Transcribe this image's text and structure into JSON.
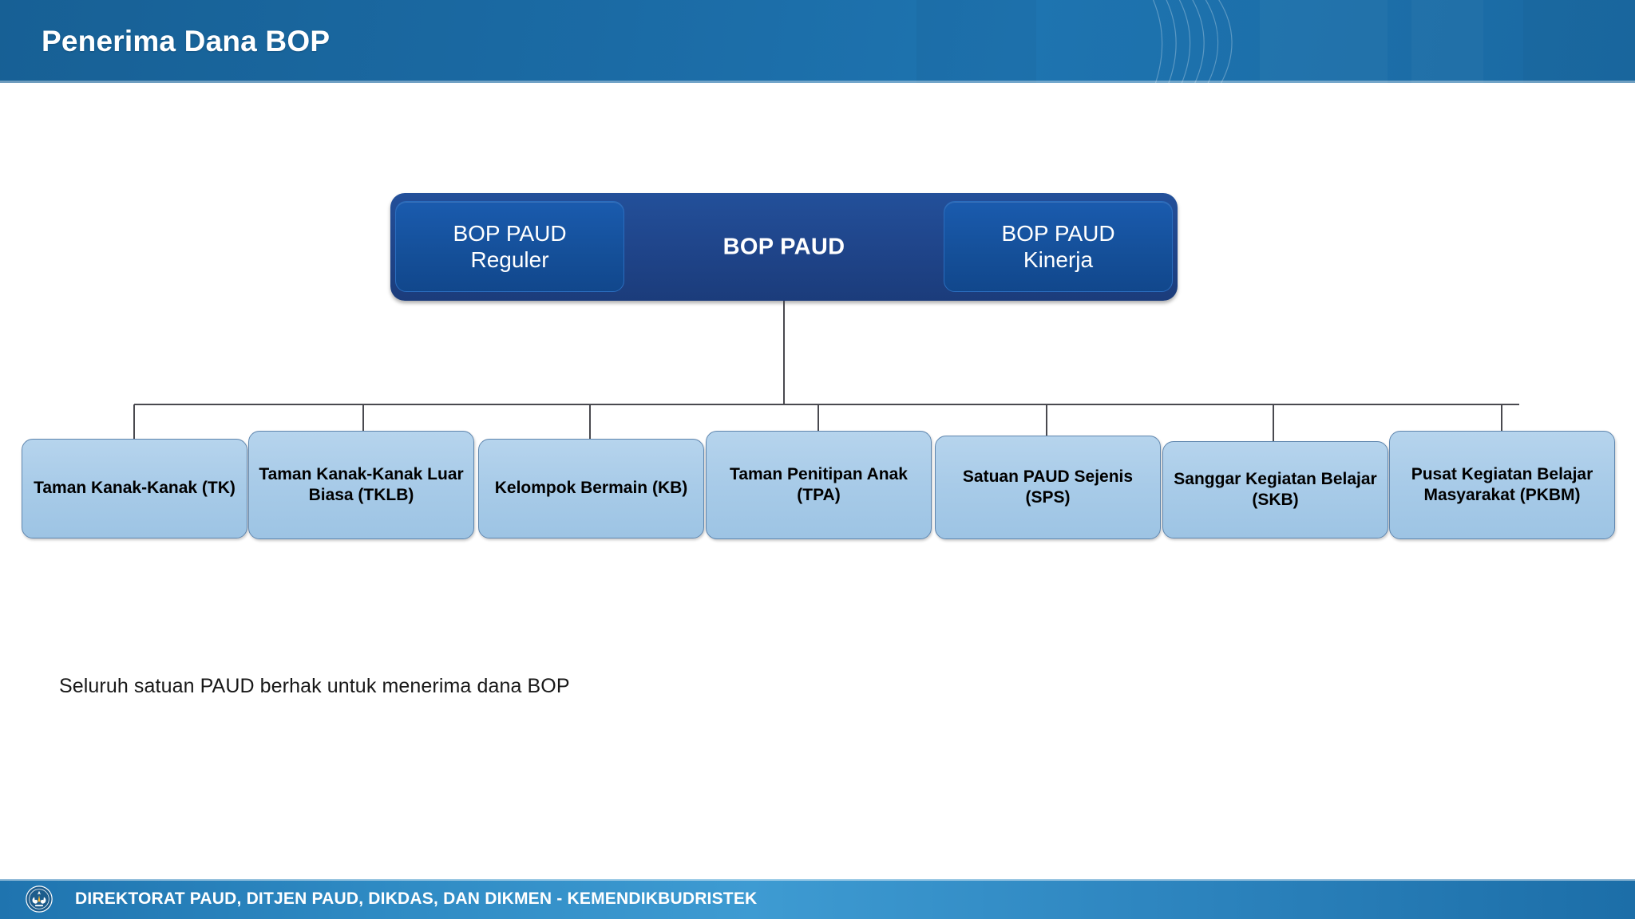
{
  "header": {
    "title": "Penerima Dana BOP",
    "bg_color": "#1B6BA5"
  },
  "diagram": {
    "root": {
      "label": "BOP PAUD",
      "box_color": "#1F4489",
      "children_boxes": [
        {
          "line1": "BOP PAUD",
          "line2": "Reguler",
          "box_color": "#15509A"
        },
        {
          "line1": "BOP PAUD",
          "line2": "Kinerja",
          "box_color": "#15509A"
        }
      ]
    },
    "leaf_color": "#A8CBE8",
    "leaves": [
      {
        "text": "Taman Kanak-Kanak (TK)"
      },
      {
        "text": "Taman Kanak-Kanak Luar Biasa (TKLB)"
      },
      {
        "text": "Kelompok Bermain (KB)"
      },
      {
        "text": "Taman Penitipan Anak (TPA)"
      },
      {
        "text": "Satuan PAUD Sejenis (SPS)"
      },
      {
        "text": "Sanggar Kegiatan Belajar (SKB)"
      },
      {
        "text": "Pusat Kegiatan Belajar Masyarakat (PKBM)"
      }
    ]
  },
  "note": "Seluruh satuan PAUD berhak untuk menerima dana BOP",
  "footer": {
    "text": "DIREKTORAT PAUD, DITJEN PAUD, DIKDAS, DAN DIKMEN - KEMENDIKBUDRISTEK",
    "logo_name": "tut-wuri-handayani-logo",
    "bg_color": "#2F8BC4"
  }
}
